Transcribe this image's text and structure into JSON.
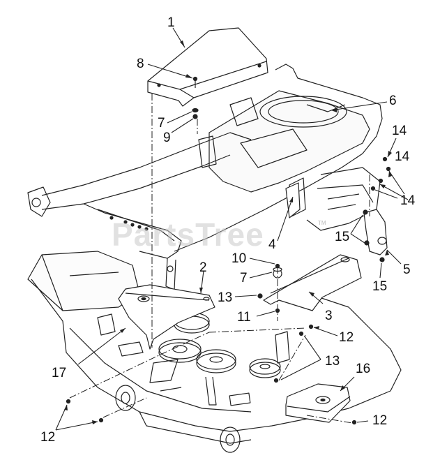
{
  "diagram": {
    "callouts": [
      "1",
      "8",
      "7",
      "9",
      "6",
      "14",
      "14",
      "14",
      "4",
      "15",
      "5",
      "15",
      "10",
      "7",
      "2",
      "13",
      "3",
      "11",
      "12",
      "13",
      "17",
      "16",
      "12",
      "12"
    ],
    "watermark": {
      "text": "PartsTree",
      "trademark": "TM"
    }
  }
}
